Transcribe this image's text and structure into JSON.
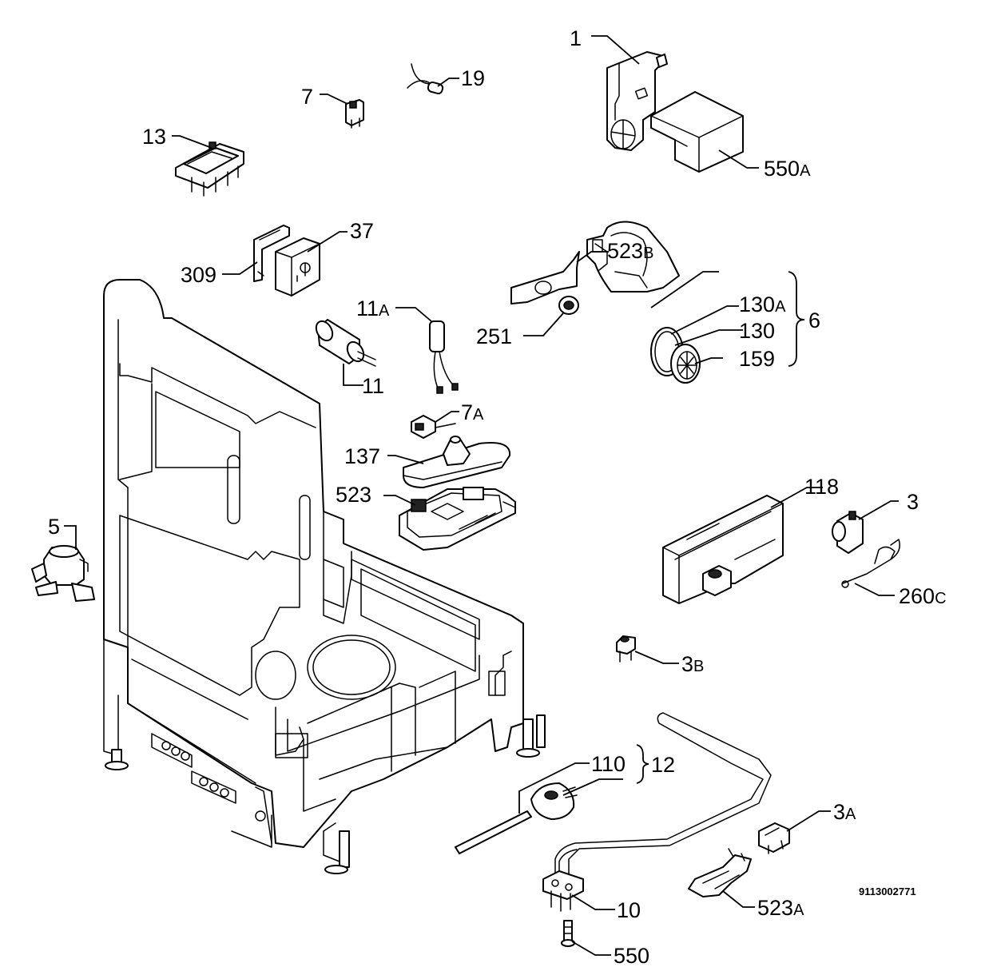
{
  "document_number": "9113002771",
  "callouts": {
    "c1": {
      "num": "1",
      "suffix": ""
    },
    "c7": {
      "num": "7",
      "suffix": ""
    },
    "c19": {
      "num": "19",
      "suffix": ""
    },
    "c13": {
      "num": "13",
      "suffix": ""
    },
    "c550a": {
      "num": "550",
      "suffix": "A"
    },
    "c37": {
      "num": "37",
      "suffix": ""
    },
    "c309": {
      "num": "309",
      "suffix": ""
    },
    "c523b": {
      "num": "523",
      "suffix": "B"
    },
    "c11a": {
      "num": "11",
      "suffix": "A"
    },
    "c130a": {
      "num": "130",
      "suffix": "A"
    },
    "c6": {
      "num": "6",
      "suffix": ""
    },
    "c251": {
      "num": "251",
      "suffix": ""
    },
    "c130": {
      "num": "130",
      "suffix": ""
    },
    "c159": {
      "num": "159",
      "suffix": ""
    },
    "c11": {
      "num": "11",
      "suffix": ""
    },
    "c7a": {
      "num": "7",
      "suffix": "A"
    },
    "c137": {
      "num": "137",
      "suffix": ""
    },
    "c523": {
      "num": "523",
      "suffix": ""
    },
    "c118": {
      "num": "118",
      "suffix": ""
    },
    "c3": {
      "num": "3",
      "suffix": ""
    },
    "c5": {
      "num": "5",
      "suffix": ""
    },
    "c260c": {
      "num": "260",
      "suffix": "C"
    },
    "c3b": {
      "num": "3",
      "suffix": "B"
    },
    "c110": {
      "num": "110",
      "suffix": ""
    },
    "c12": {
      "num": "12",
      "suffix": ""
    },
    "c3a": {
      "num": "3",
      "suffix": "A"
    },
    "c10": {
      "num": "10",
      "suffix": ""
    },
    "c523a": {
      "num": "523",
      "suffix": "A"
    },
    "c550": {
      "num": "550",
      "suffix": ""
    }
  }
}
